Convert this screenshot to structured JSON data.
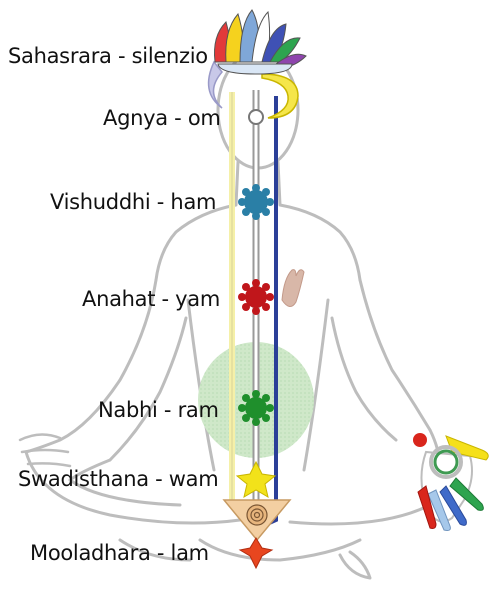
{
  "chakras": [
    {
      "label": "Sahasrara - silenzio",
      "color": "#ffffff"
    },
    {
      "label": "Agnya - om",
      "color": "#dddddd"
    },
    {
      "label": "Vishuddhi - ham",
      "color": "#2a7fa6"
    },
    {
      "label": "Anahat - yam",
      "color": "#c0161b"
    },
    {
      "label": "Nabhi - ram",
      "color": "#1f8f2c"
    },
    {
      "label": "Swadisthana - wam",
      "color": "#f2e21a"
    },
    {
      "label": "Mooladhara - lam",
      "color": "#e8461f"
    }
  ],
  "channels": {
    "left": "#f5f0a8",
    "center": "#bbbbbb",
    "right": "#2b3f98"
  },
  "icons": [
    "lotus-icon",
    "moon-icon",
    "hand-icon"
  ]
}
